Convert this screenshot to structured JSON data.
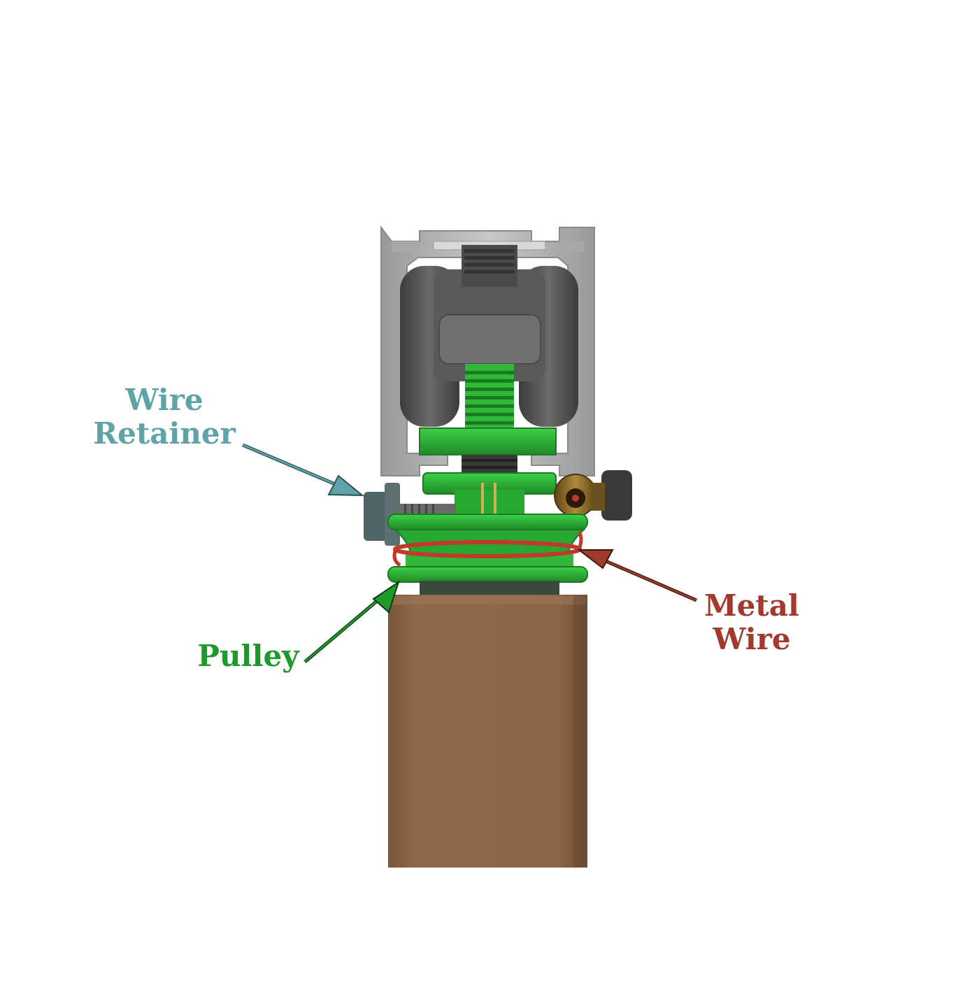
{
  "labels": {
    "wire_retainer": {
      "line1": "Wire",
      "line2": "Retainer",
      "color": "#5fa3a9"
    },
    "metal_wire": {
      "line1": "Metal",
      "line2": "Wire",
      "color": "#a13a2c"
    },
    "pulley": {
      "text": "Pulley",
      "color": "#1e9a2a"
    }
  },
  "colors": {
    "rail": "#b4b4b4",
    "trolley_wheel": "#555555",
    "green_part": "#2fb83a",
    "dark_green": "#1c7a22",
    "wire": "#c0392b",
    "door": "#8a6446",
    "brass": "#8a6a2a",
    "retainer_arrow": "#5fa3a9",
    "wire_arrow": "#a13a2c",
    "pulley_arrow": "#1e9a2a"
  }
}
